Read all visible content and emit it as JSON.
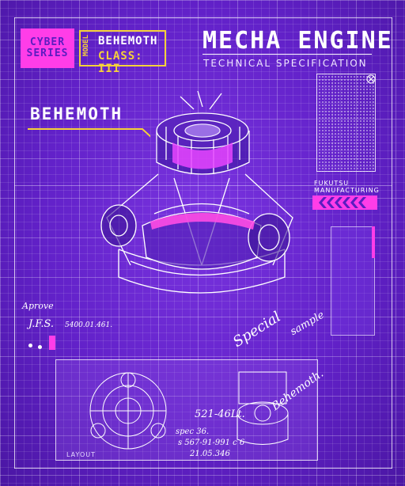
{
  "series_badge": {
    "line1": "CYBER",
    "line2": "SERIES"
  },
  "model": {
    "tag": "MODEL",
    "name": "BEHEMOTH",
    "class_label": "CLASS: III"
  },
  "header": {
    "title": "MECHA ENGINE",
    "subtitle": "TECHNICAL SPECIFICATION"
  },
  "side_title": "BEHEMOTH",
  "manufacturer": {
    "line1": "FUKUTSU",
    "line2": "MANUFACTURING"
  },
  "handwriting": {
    "approve": "Aprove",
    "initials": "J.F.S.",
    "date": "5400.01.461.",
    "code": "521-46Lt.",
    "specs": "spec 36.",
    "serial": "s 567-91-991 c 6",
    "date2": "21.05.346",
    "special": "Special",
    "sample": "sample",
    "signature": "Behemoth."
  },
  "layout_label": "LAYOUT",
  "colors": {
    "background": "#6221c9",
    "accent_pink": "#ff3de8",
    "accent_yellow": "#f5d13a",
    "line": "#ffffff"
  }
}
